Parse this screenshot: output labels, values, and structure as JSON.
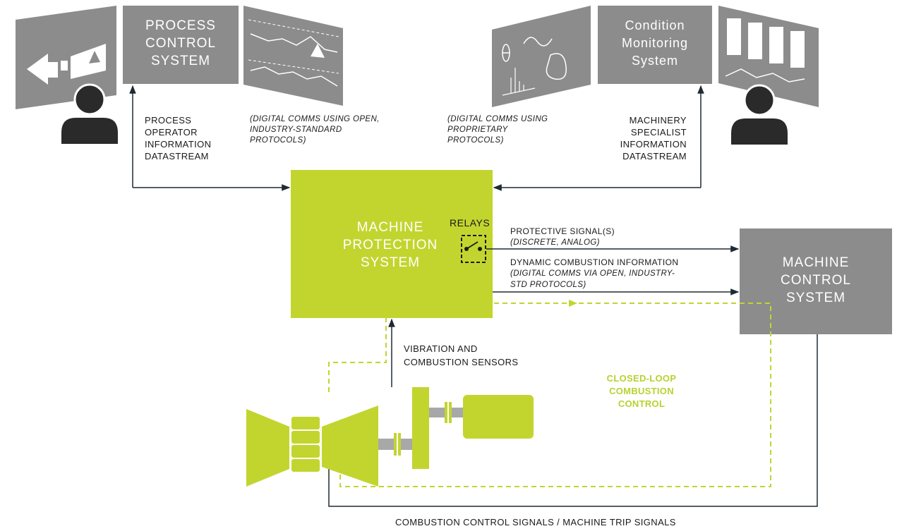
{
  "colors": {
    "gray": "#8c8c8c",
    "green": "#c2d52f",
    "dark": "#2a2a2a",
    "line": "#1f2a33"
  },
  "process_control": {
    "title_line1": "PROCESS",
    "title_line2": "CONTROL",
    "title_line3": "SYSTEM",
    "datastream": [
      "PROCESS",
      "OPERATOR",
      "INFORMATION",
      "DATASTREAM"
    ],
    "comms": [
      "(DIGITAL COMMS USING OPEN,",
      "INDUSTRY-STANDARD",
      "PROTOCOLS)"
    ]
  },
  "condition_monitoring": {
    "title_line1": "Condition",
    "title_line2": "Monitoring",
    "title_line3": "System",
    "datastream": [
      "MACHINERY",
      "SPECIALIST",
      "INFORMATION",
      "DATASTREAM"
    ],
    "comms": [
      "(DIGITAL COMMS USING",
      "PROPRIETARY",
      "PROTOCOLS)"
    ]
  },
  "mps": {
    "title_line1": "MACHINE",
    "title_line2": "PROTECTION",
    "title_line3": "SYSTEM",
    "relays": "RELAYS"
  },
  "mcs": {
    "title_line1": "MACHINE",
    "title_line2": "CONTROL",
    "title_line3": "SYSTEM"
  },
  "signals": {
    "protective_title": "PROTECTIVE SIGNAL(S)",
    "protective_sub": "(DISCRETE, ANALOG)",
    "dynamic_title": "DYNAMIC COMBUSTION INFORMATION",
    "dynamic_sub1": "(DIGITAL COMMS VIA OPEN, INDUSTRY-",
    "dynamic_sub2": "STD PROTOCOLS)",
    "sensors1": "VIBRATION AND",
    "sensors2": "COMBUSTION SENSORS",
    "closed_loop": [
      "CLOSED-LOOP",
      "COMBUSTION",
      "CONTROL"
    ],
    "bottom": "COMBUSTION CONTROL SIGNALS / MACHINE TRIP SIGNALS"
  }
}
